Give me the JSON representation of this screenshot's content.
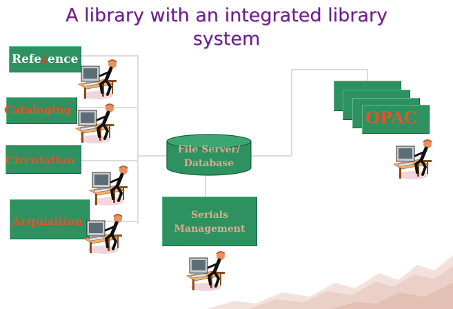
{
  "title_line1": "A library with an integrated library",
  "title_line2": "system",
  "nodes": {
    "reference": {
      "prefix": "Refe",
      "accent": "r",
      "suffix": "ence"
    },
    "cataloging": "Cataloging",
    "circulation": "Circulation",
    "acquisition": "Acquisition",
    "file_server_line1": "File Server/",
    "file_server_line2": "Database",
    "serials_line1": "Serials",
    "serials_line2": "Management",
    "opac": "OPAC"
  },
  "colors": {
    "box_green": "#2e9160",
    "title_purple": "#6b1f88",
    "label_orange": "#e0552a",
    "label_white": "#ffffff"
  }
}
